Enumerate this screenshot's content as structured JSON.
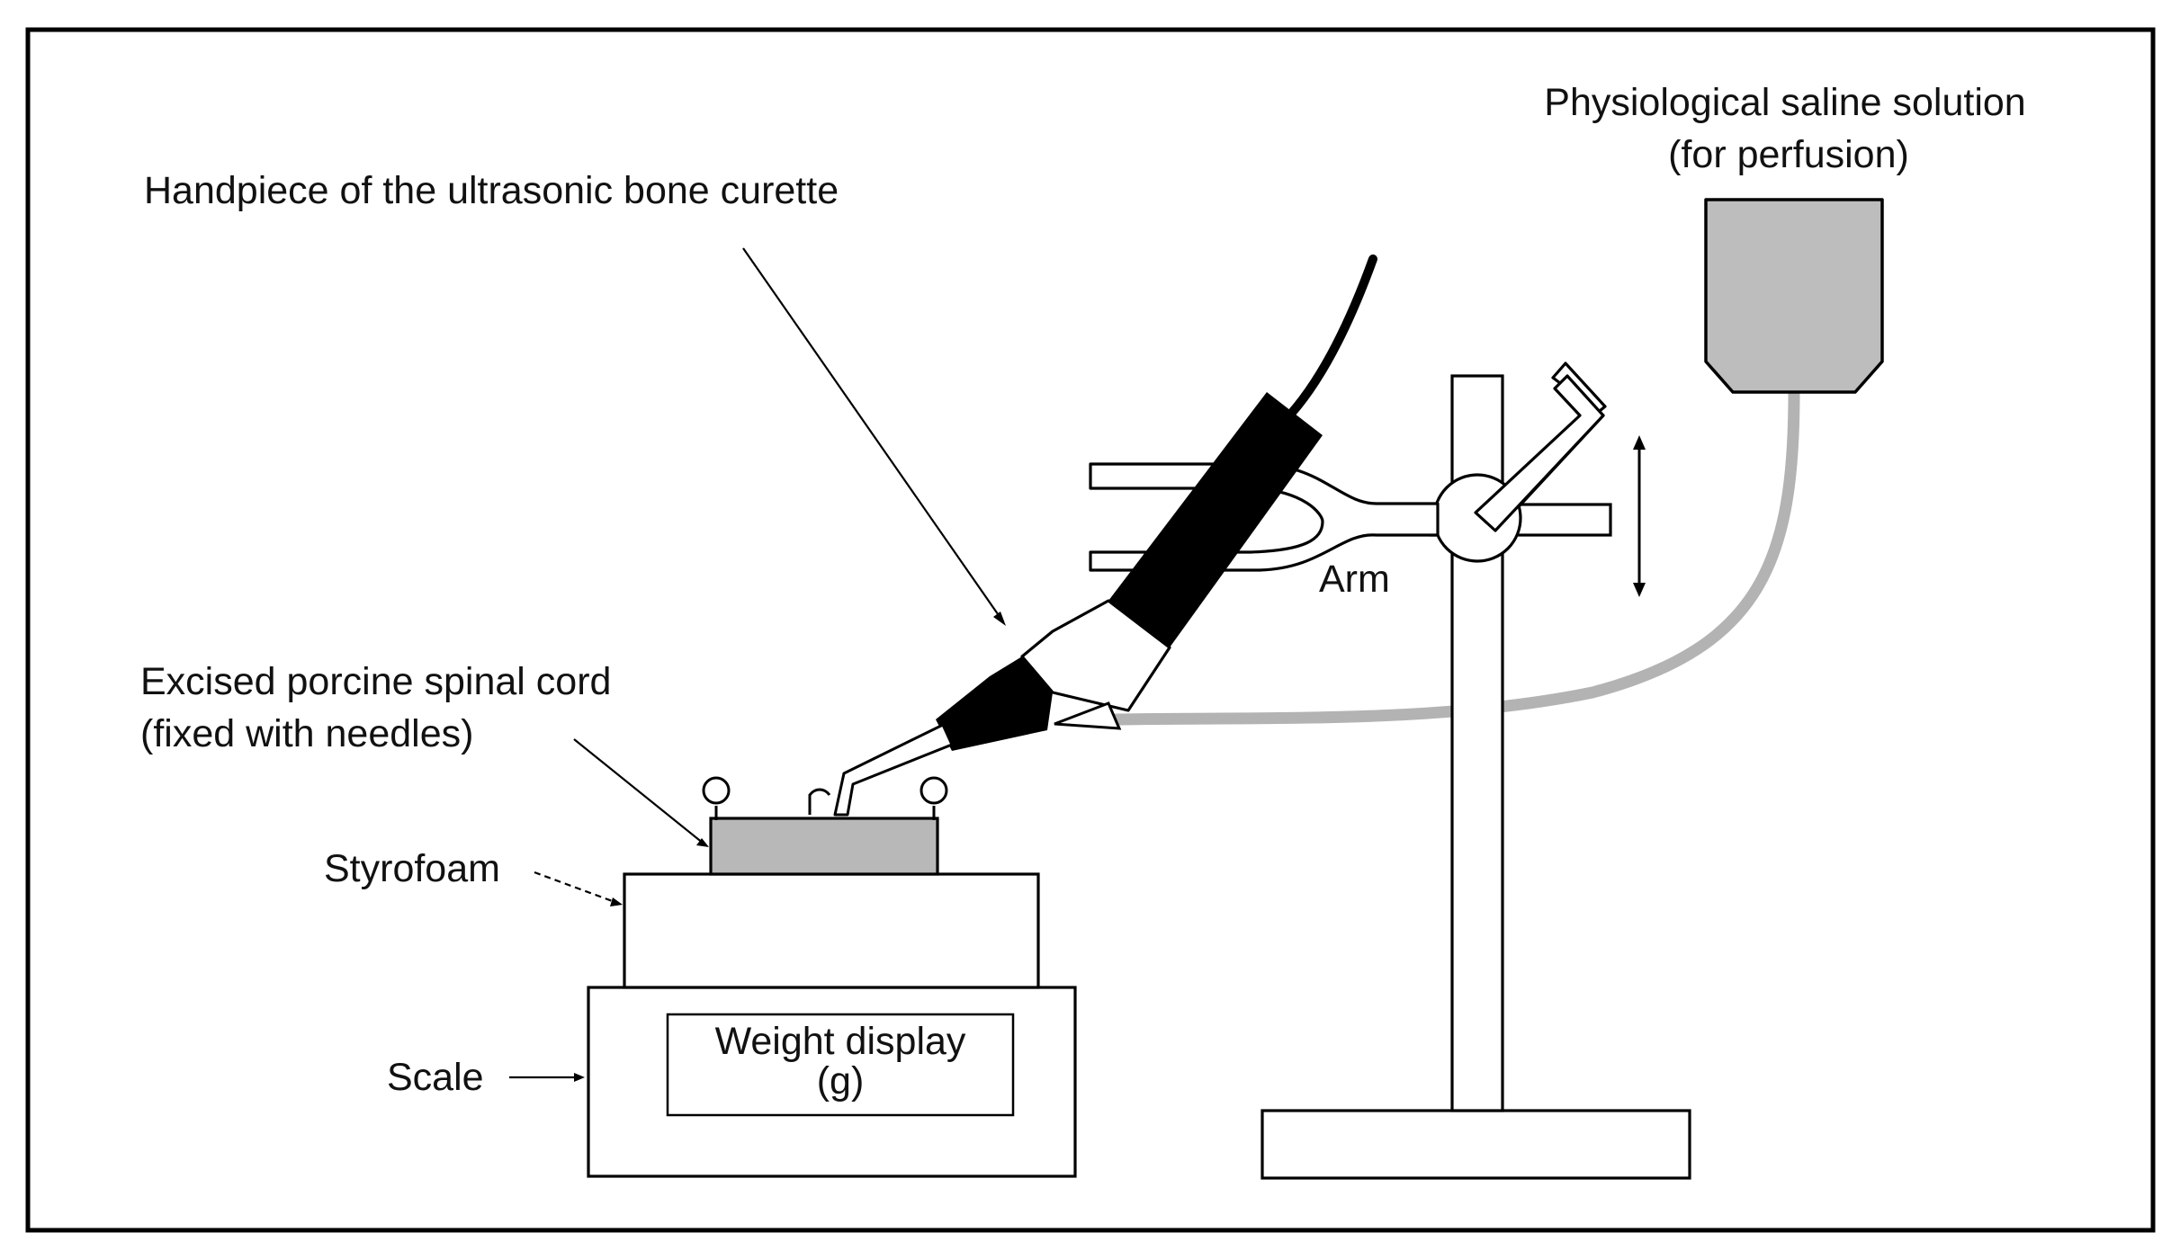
{
  "labels": {
    "saline_line1": "Physiological saline solution",
    "saline_line2": "(for perfusion)",
    "handpiece": "Handpiece of the ultrasonic bone curette",
    "spinal_cord_line1": "Excised porcine spinal cord",
    "spinal_cord_line2": "(fixed with needles)",
    "styrofoam": "Styrofoam",
    "scale": "Scale",
    "weight_display_line1": "Weight display",
    "weight_display_line2": "(g)",
    "arm": "Arm"
  },
  "colors": {
    "outline": "#000000",
    "background": "#ffffff",
    "saline_bag_fill": "#bdbdbd",
    "spinal_cord_fill": "#b8b8b8",
    "perfusion_tube": "#b3b3b3",
    "handpiece_fill": "#000000"
  }
}
